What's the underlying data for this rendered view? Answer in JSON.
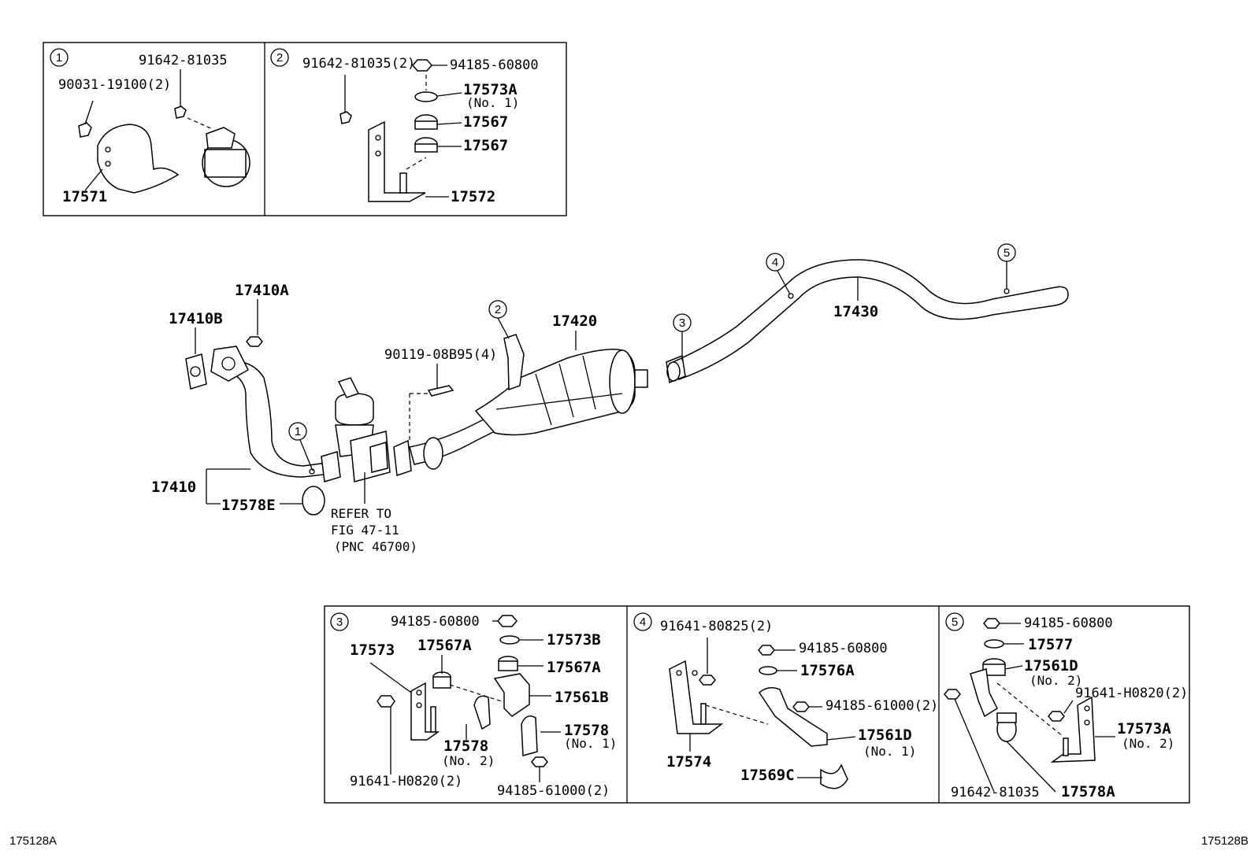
{
  "inset_1": {
    "circle_num": "1",
    "labels": [
      "91642-81035",
      "90031-19100(2)",
      "17571"
    ]
  },
  "inset_2": {
    "circle_num": "2",
    "labels": [
      "91642-81035(2)",
      "94185-60800",
      "17573A",
      "(No. 1)",
      "17567",
      "17567",
      "17572"
    ]
  },
  "main": {
    "callouts": [
      "1",
      "2",
      "3",
      "4",
      "5"
    ],
    "labels": {
      "p17410A": "17410A",
      "p17410B": "17410B",
      "p17410": "17410",
      "p17578E": "17578E",
      "p17420": "17420",
      "p90119": "90119-08B95(4)",
      "p17430": "17430"
    },
    "refer": [
      "REFER TO",
      "FIG 47-11",
      "(PNC 46700)"
    ]
  },
  "inset_3": {
    "circle_num": "3",
    "labels": [
      "94185-60800",
      "17573B",
      "17573",
      "17567A",
      "17567A",
      "17561B",
      "17578",
      "(No. 1)",
      "17578",
      "(No. 2)",
      "91641-H0820(2)",
      "94185-61000(2)"
    ]
  },
  "inset_4": {
    "circle_num": "4",
    "labels": [
      "91641-80825(2)",
      "94185-60800",
      "17576A",
      "94185-61000(2)",
      "17561D",
      "(No. 1)",
      "17574",
      "17569C"
    ]
  },
  "inset_5": {
    "circle_num": "5",
    "labels": [
      "94185-60800",
      "17577",
      "17561D",
      "(No. 2)",
      "91641-H0820(2)",
      "17573A",
      "(No. 2)",
      "91642-81035",
      "17578A"
    ]
  },
  "footer": {
    "left_code": "175128A",
    "right_code": "175128B"
  }
}
